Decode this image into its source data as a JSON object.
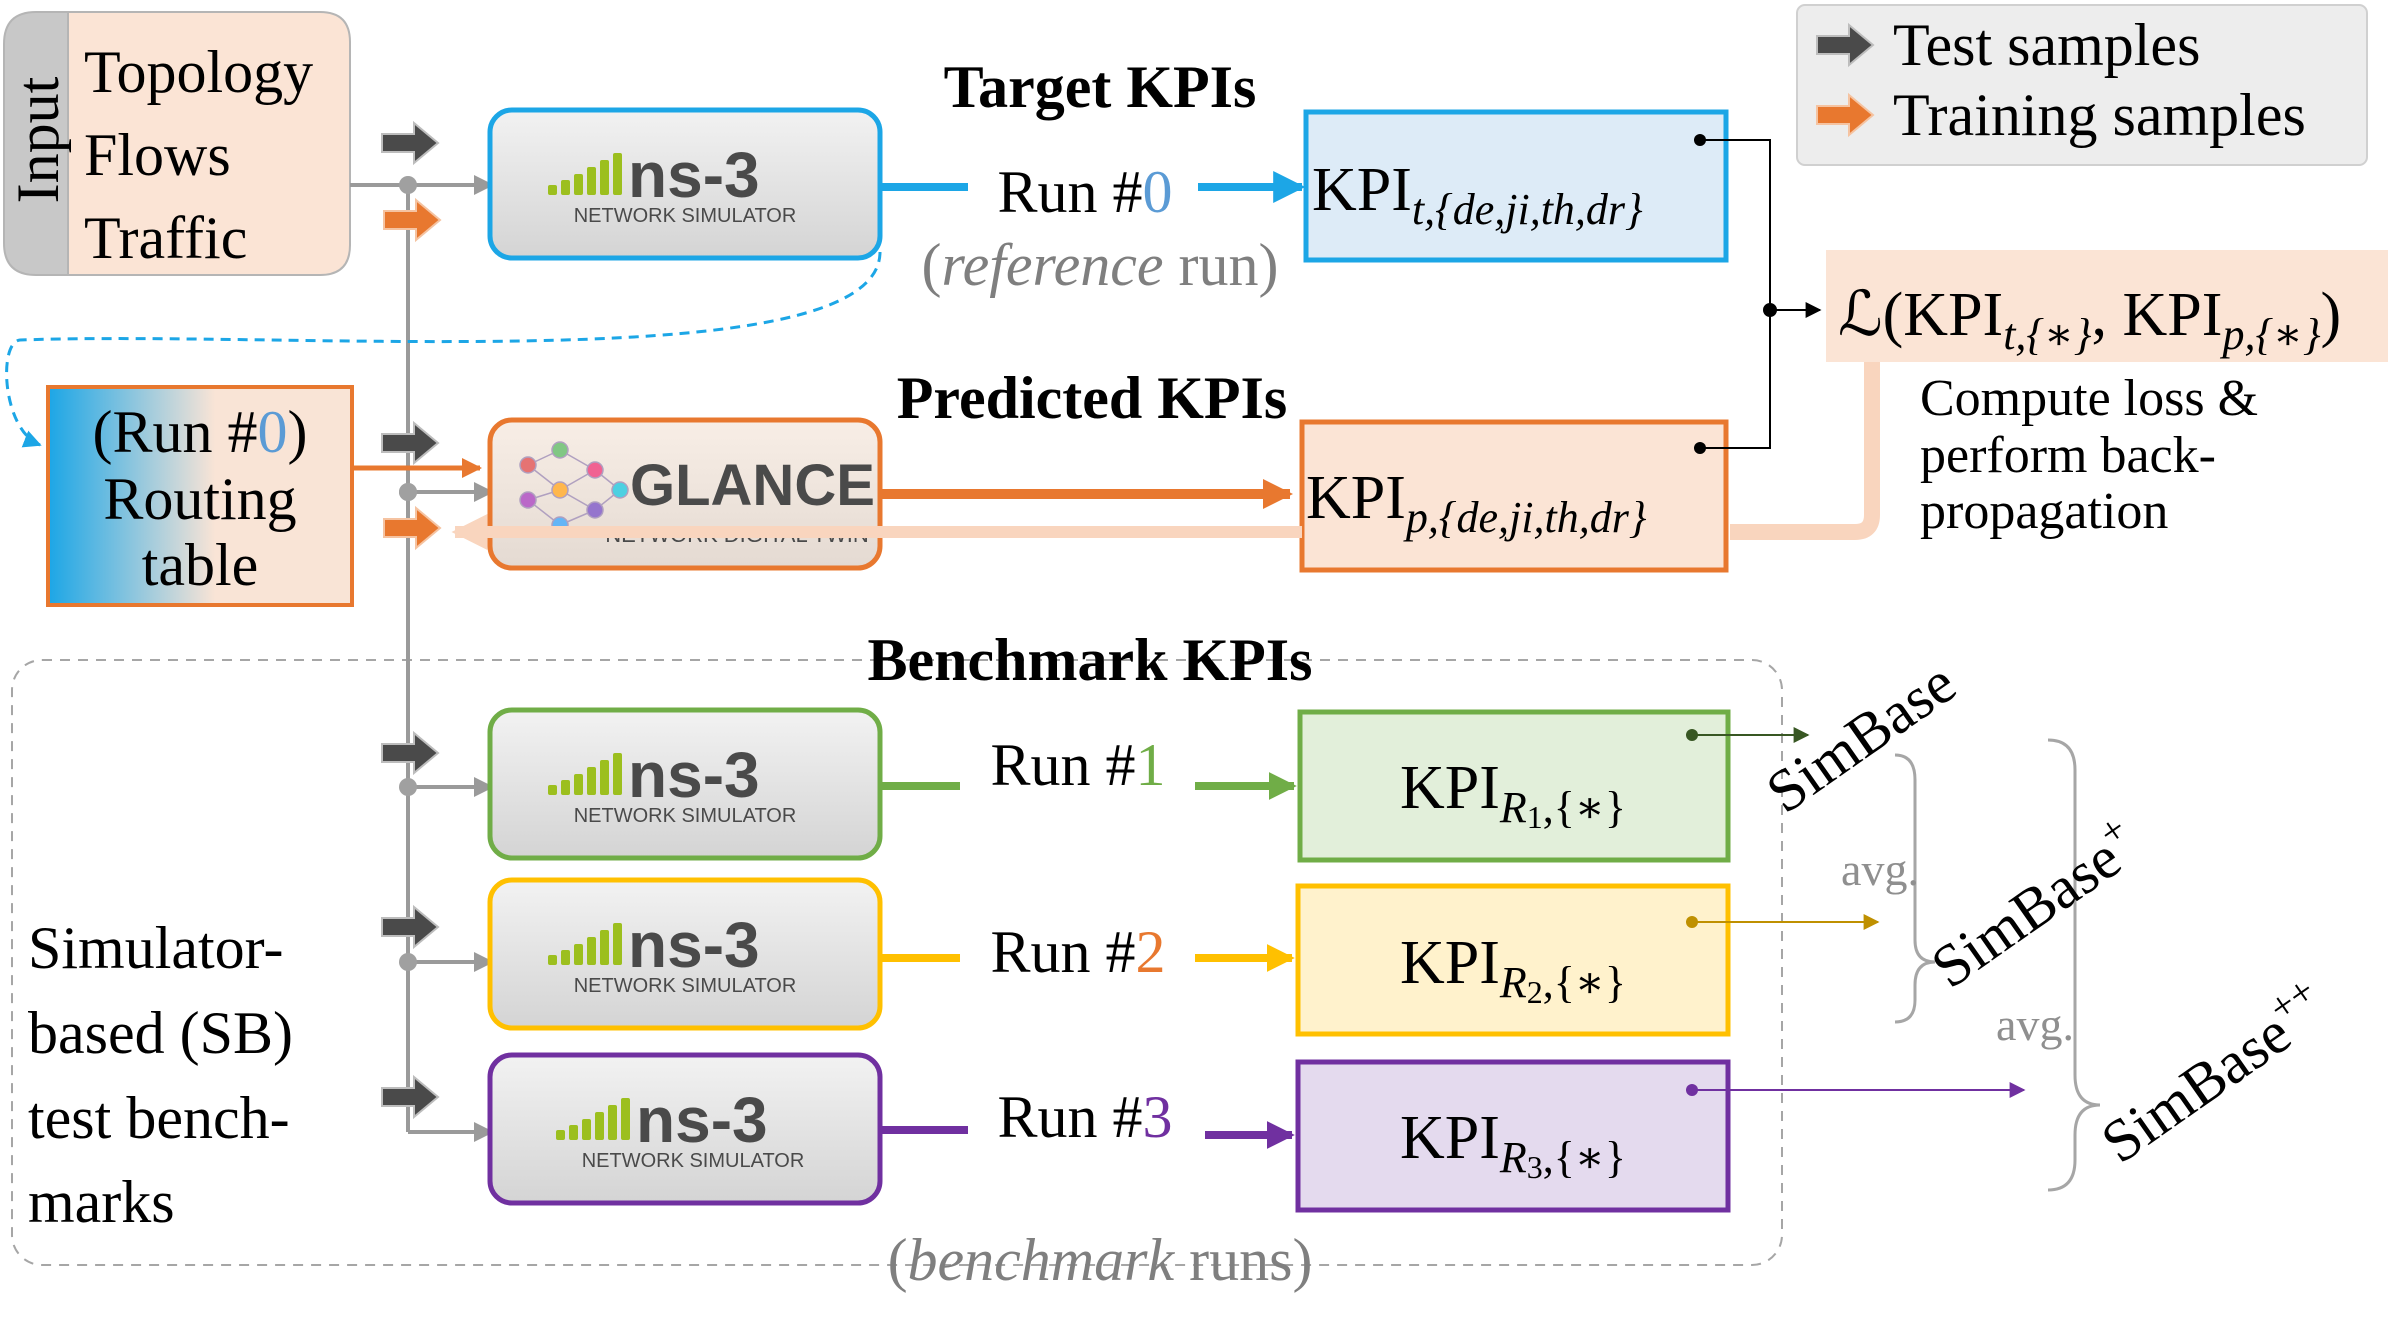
{
  "legend": {
    "test": "Test samples",
    "training": "Training samples"
  },
  "input": {
    "label": "Input",
    "items": [
      "Topology",
      "Flows",
      "Traffic"
    ]
  },
  "routing": {
    "line1_prefix": "(Run #",
    "line1_num": "0",
    "line1_suffix": ")",
    "line2": "Routing",
    "line3": "table"
  },
  "section_titles": {
    "target": "Target KPIs",
    "predicted": "Predicted KPIs",
    "benchmark": "Benchmark KPIs"
  },
  "ns3": {
    "logo": "ns-3",
    "sub": "NETWORK SIMULATOR"
  },
  "glance": {
    "logo": "GLANCE",
    "sub": "NETWORK DIGITAL TWIN"
  },
  "runs": {
    "run0": {
      "prefix": "Run #",
      "num": "0"
    },
    "run1": {
      "prefix": "Run #",
      "num": "1"
    },
    "run2": {
      "prefix": "Run #",
      "num": "2"
    },
    "run3": {
      "prefix": "Run #",
      "num": "3"
    }
  },
  "reference_run": {
    "open": "(",
    "italic": "reference",
    "rest": " run)"
  },
  "benchmark_runs": {
    "open": "(",
    "italic": "benchmark",
    "rest": " runs)"
  },
  "kpi": {
    "base": "KPI",
    "target_sub": "t,{de,ji,th,dr}",
    "pred_sub": "p,{de,ji,th,dr}",
    "r_sub_prefix": "R",
    "r_sub_suffix": ",{∗}",
    "r1": "1",
    "r2": "2",
    "r3": "3"
  },
  "loss": {
    "symbol": "ℒ(KPI",
    "sub_t": "t,{∗}",
    "comma": ", KPI",
    "sub_p": "p,{∗}",
    "close": ")",
    "desc": [
      "Compute loss &",
      "perform back-",
      "propagation"
    ]
  },
  "simbase": {
    "a": "SimBase",
    "b": "SimBase",
    "b_sup": "+",
    "c": "SimBase",
    "c_sup": "++",
    "avg": "avg."
  },
  "sb_desc": [
    "Simulator-",
    "based (SB)",
    "test bench-",
    "marks"
  ],
  "colors": {
    "blue": "#1CA6E6",
    "orange": "#E8782F",
    "green": "#70AD47",
    "yellow": "#FFC000",
    "purple": "#7030A0",
    "gray": "#8F8F8F",
    "dark_arrow": "#4A4A4A"
  }
}
